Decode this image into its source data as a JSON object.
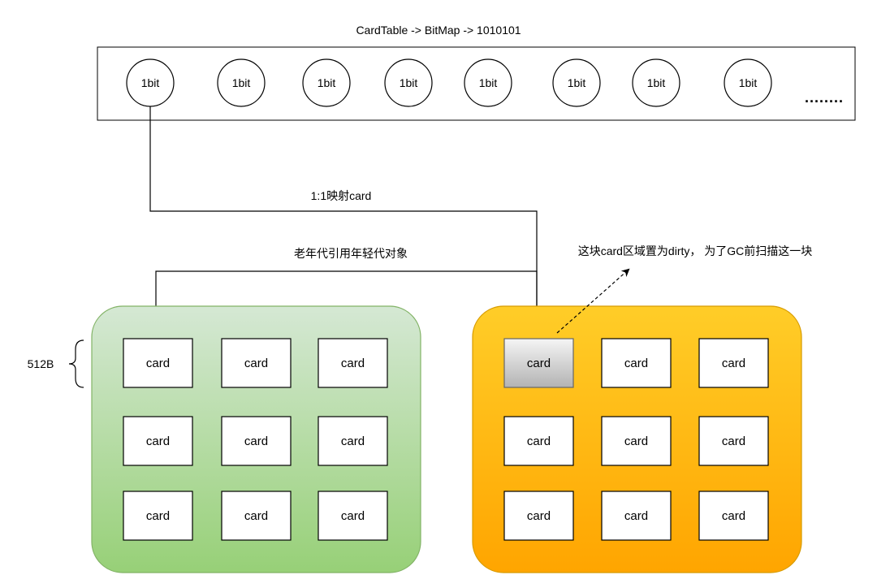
{
  "title": "CardTable  -> BitMap  -> 1010101",
  "bitmap": {
    "bits": [
      "1bit",
      "1bit",
      "1bit",
      "1bit",
      "1bit",
      "1bit",
      "1bit",
      "1bit"
    ],
    "ellipsis": "........"
  },
  "labels": {
    "mapping": "1:1映射card",
    "old_ref_young": "老年代引用年轻代对象",
    "dirty_note": "这块card区域置为dirty， 为了GC前扫描这一块",
    "card_size": "512B"
  },
  "young_region": {
    "color": "#97d077",
    "cards": [
      "card",
      "card",
      "card",
      "card",
      "card",
      "card",
      "card",
      "card",
      "card"
    ]
  },
  "old_region": {
    "color": "#ffb000",
    "cards": [
      "card",
      "card",
      "card",
      "card",
      "card",
      "card",
      "card",
      "card",
      "card"
    ],
    "dirty_card_index": 0
  }
}
